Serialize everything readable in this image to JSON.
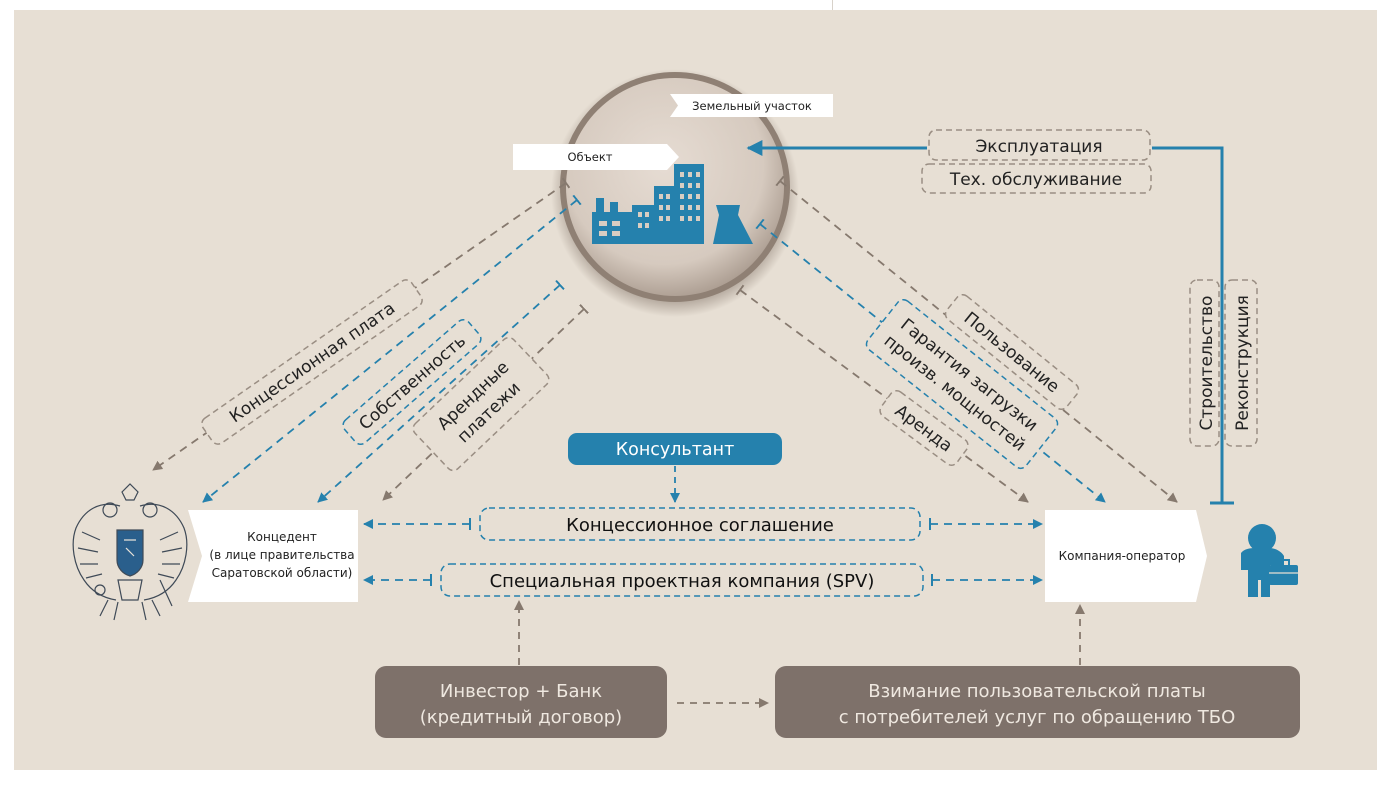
{
  "object_label": "Объект",
  "land_label": "Земельный участок",
  "consultant": "Консультант",
  "concedent": {
    "line1": "Концедент",
    "line2": "(в лице правительства",
    "line3": "Саратовской области)"
  },
  "operator": "Компания-оператор",
  "concession_agreement": "Концессионное соглашение",
  "spv": "Специальная проектная компания (SPV)",
  "investor": {
    "line1": "Инвестор + Банк",
    "line2": "(кредитный договор)"
  },
  "fee_collection": {
    "line1": "Взимание пользовательской платы",
    "line2": "с потребителей услуг по обращению ТБО"
  },
  "exploitation": "Эксплуатация",
  "maintenance": "Тех. обслуживание",
  "construction": "Строительство",
  "reconstruction": "Реконструкция",
  "concession_fee": "Концессионная плата",
  "ownership": "Собственность",
  "rent_payments": {
    "line1": "Арендные",
    "line2": "платежи"
  },
  "usage": "Пользование",
  "guarantee": {
    "line1": "Гарантия загрузки",
    "line2": "произв. мощностей"
  },
  "rent": "Аренда",
  "colors": {
    "background": "#e7dfd4",
    "blue": "#2581ad",
    "brown": "#86796e",
    "dark_box": "#7e716a",
    "dash_border": "#9a8e83"
  }
}
